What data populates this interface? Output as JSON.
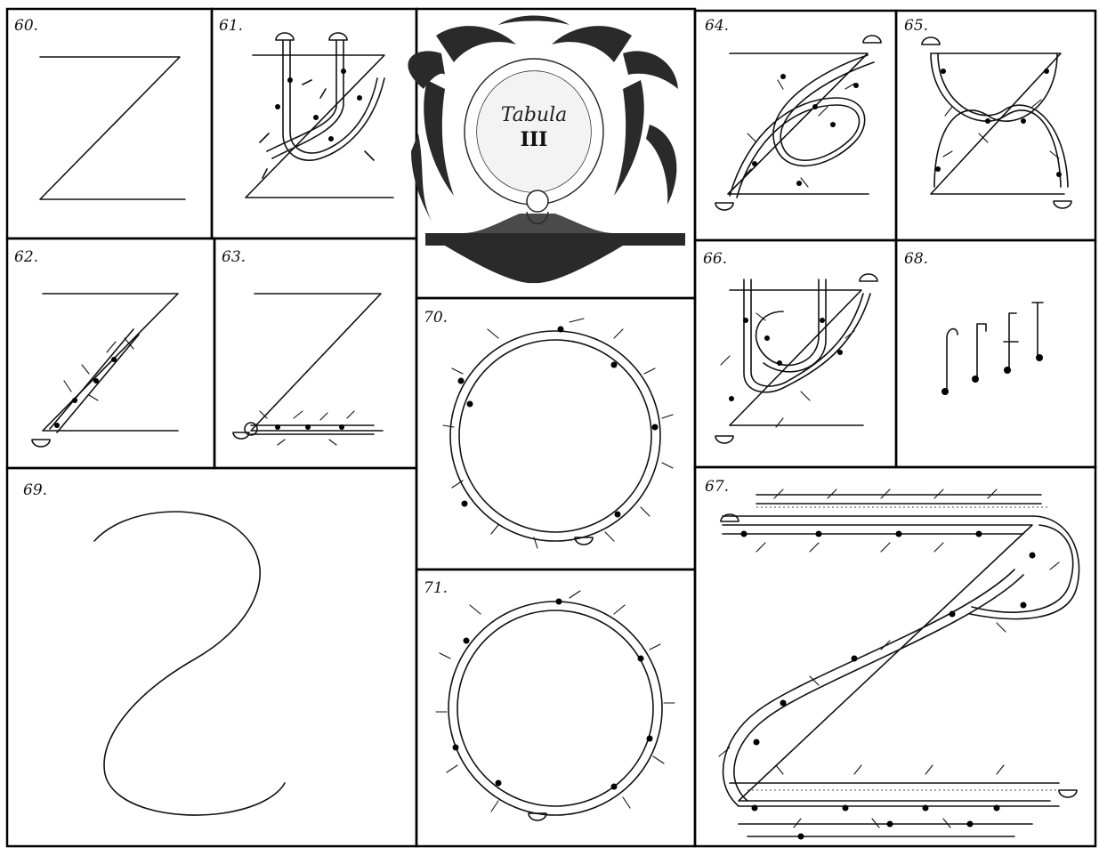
{
  "plate": {
    "cartouche": {
      "title": "Tabula",
      "number": "III"
    },
    "figures": [
      {
        "id": "fig-60",
        "label": "60."
      },
      {
        "id": "fig-61",
        "label": "61."
      },
      {
        "id": "fig-62",
        "label": "62."
      },
      {
        "id": "fig-63",
        "label": "63."
      },
      {
        "id": "fig-64",
        "label": "64."
      },
      {
        "id": "fig-65",
        "label": "65."
      },
      {
        "id": "fig-66",
        "label": "66."
      },
      {
        "id": "fig-68",
        "label": "68."
      },
      {
        "id": "fig-69",
        "label": "69."
      },
      {
        "id": "fig-70",
        "label": "70."
      },
      {
        "id": "fig-71",
        "label": "71."
      },
      {
        "id": "fig-67",
        "label": "67."
      }
    ]
  }
}
